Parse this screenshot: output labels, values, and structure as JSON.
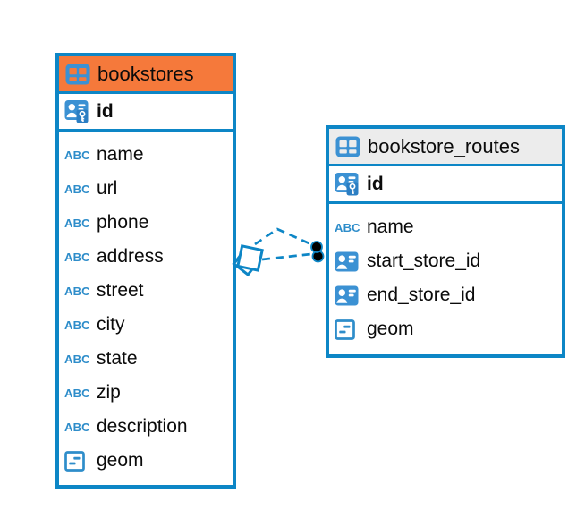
{
  "diagram": {
    "colors": {
      "accent_blue": "#0d86c6",
      "icon_blue": "#3b91d3",
      "glyph_blue": "#2e8dca",
      "bookstores_header_bg": "#f5793b",
      "routes_header_bg": "#ececec",
      "connector_dot": "#000000",
      "canvas_bg": "#ffffff"
    },
    "type_icon_label": "ABC",
    "tables": [
      {
        "title": "bookstores",
        "header_bg": "#f5793b",
        "columns": [
          {
            "name": "id",
            "icon": "primary-key-icon",
            "pk": true
          },
          {
            "name": "name",
            "icon": "text-type-icon"
          },
          {
            "name": "url",
            "icon": "text-type-icon"
          },
          {
            "name": "phone",
            "icon": "text-type-icon"
          },
          {
            "name": "address",
            "icon": "text-type-icon"
          },
          {
            "name": "street",
            "icon": "text-type-icon"
          },
          {
            "name": "city",
            "icon": "text-type-icon"
          },
          {
            "name": "state",
            "icon": "text-type-icon"
          },
          {
            "name": "zip",
            "icon": "text-type-icon"
          },
          {
            "name": "description",
            "icon": "text-type-icon"
          },
          {
            "name": "geom",
            "icon": "geometry-type-icon"
          }
        ]
      },
      {
        "title": "bookstore_routes",
        "header_bg": "#ececec",
        "columns": [
          {
            "name": "id",
            "icon": "primary-key-icon",
            "pk": true
          },
          {
            "name": "name",
            "icon": "text-type-icon"
          },
          {
            "name": "start_store_id",
            "icon": "foreign-key-icon"
          },
          {
            "name": "end_store_id",
            "icon": "foreign-key-icon"
          },
          {
            "name": "geom",
            "icon": "geometry-type-icon"
          }
        ]
      }
    ],
    "relationship": {
      "from_table": "bookstores",
      "to_table": "bookstore_routes",
      "line_style": "dashed",
      "line_count": 2
    }
  }
}
